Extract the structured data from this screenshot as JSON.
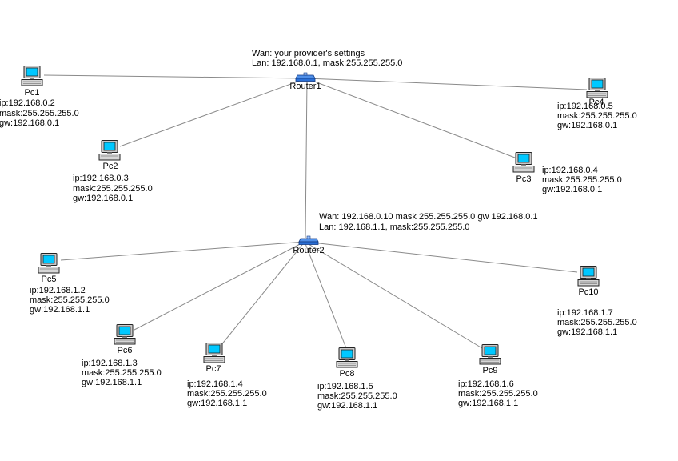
{
  "routers": {
    "r1": {
      "name": "Router1",
      "wan": "Wan: your provider's settings",
      "lan": "Lan: 192.168.0.1, mask:255.255.255.0"
    },
    "r2": {
      "name": "Router2",
      "wan": "Wan: 192.168.0.10 mask 255.255.255.0 gw 192.168.0.1",
      "lan": "Lan: 192.168.1.1, mask:255.255.255.0"
    }
  },
  "pcs": {
    "pc1": {
      "name": "Pc1",
      "ip": "ip:192.168.0.2",
      "mask": "mask:255.255.255.0",
      "gw": "gw:192.168.0.1"
    },
    "pc2": {
      "name": "Pc2",
      "ip": "ip:192.168.0.3",
      "mask": "mask:255.255.255.0",
      "gw": "gw:192.168.0.1"
    },
    "pc3": {
      "name": "Pc3",
      "ip": "ip:192.168.0.4",
      "mask": "mask:255.255.255.0",
      "gw": "gw:192.168.0.1"
    },
    "pc4": {
      "name": "Pc4",
      "ip": "ip:192.168.0.5",
      "mask": "mask:255.255.255.0",
      "gw": "gw:192.168.0.1"
    },
    "pc5": {
      "name": "Pc5",
      "ip": "ip:192.168.1.2",
      "mask": "mask:255.255.255.0",
      "gw": "gw:192.168.1.1"
    },
    "pc6": {
      "name": "Pc6",
      "ip": "ip:192.168.1.3",
      "mask": "mask:255.255.255.0",
      "gw": "gw:192.168.1.1"
    },
    "pc7": {
      "name": "Pc7",
      "ip": "ip:192.168.1.4",
      "mask": "mask:255.255.255.0",
      "gw": "gw:192.168.1.1"
    },
    "pc8": {
      "name": "Pc8",
      "ip": "ip:192.168.1.5",
      "mask": "mask:255.255.255.0",
      "gw": "gw:192.168.1.1"
    },
    "pc9": {
      "name": "Pc9",
      "ip": "ip:192.168.1.6",
      "mask": "mask:255.255.255.0",
      "gw": "gw:192.168.1.1"
    },
    "pc10": {
      "name": "Pc10",
      "ip": "ip:192.168.1.7",
      "mask": "mask:255.255.255.0",
      "gw": "gw:192.168.1.1"
    }
  },
  "colors": {
    "link": "#8a8a8a",
    "screen": "#00c8ff",
    "router": "#2a6fd6"
  }
}
